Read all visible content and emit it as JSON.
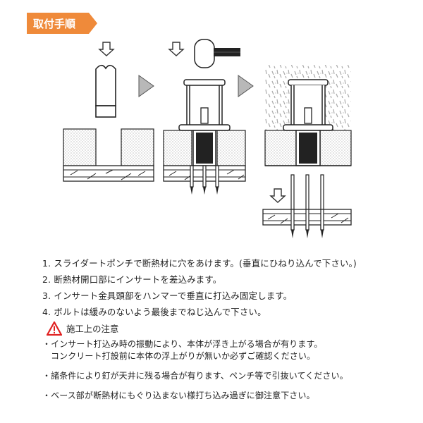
{
  "header": {
    "title": "取付手順",
    "badge_color": "#ef8a3a"
  },
  "steps": [
    "1. スライダートポンチで断熱材に穴をあけます。(垂直にひねり込んで下さい。)",
    "2. 断熱材開口部にインサートを差込みます。",
    "3. インサート金具頭部をハンマーで垂直に打込み固定します。",
    "4. ボルトは緩みのないよう最後までねじ込んで下さい。"
  ],
  "caution": {
    "title": "施工上の注意",
    "icon": "warning-triangle-icon",
    "icon_color": "#e02020",
    "notes": [
      {
        "text": "・インサート打込み時の振動により、本体が浮き上がる場合が有ります。",
        "cont": "コンクリート打設前に本体の浮上がりが無いか必ずご確認ください。"
      },
      {
        "text": "・諸条件により釘が天井に残る場合が有ります、ペンチ等で引抜いてください。"
      },
      {
        "text": "・ベース部が断熱材にもぐり込まない様打ち込み過ぎに御注意下さい。"
      }
    ]
  }
}
